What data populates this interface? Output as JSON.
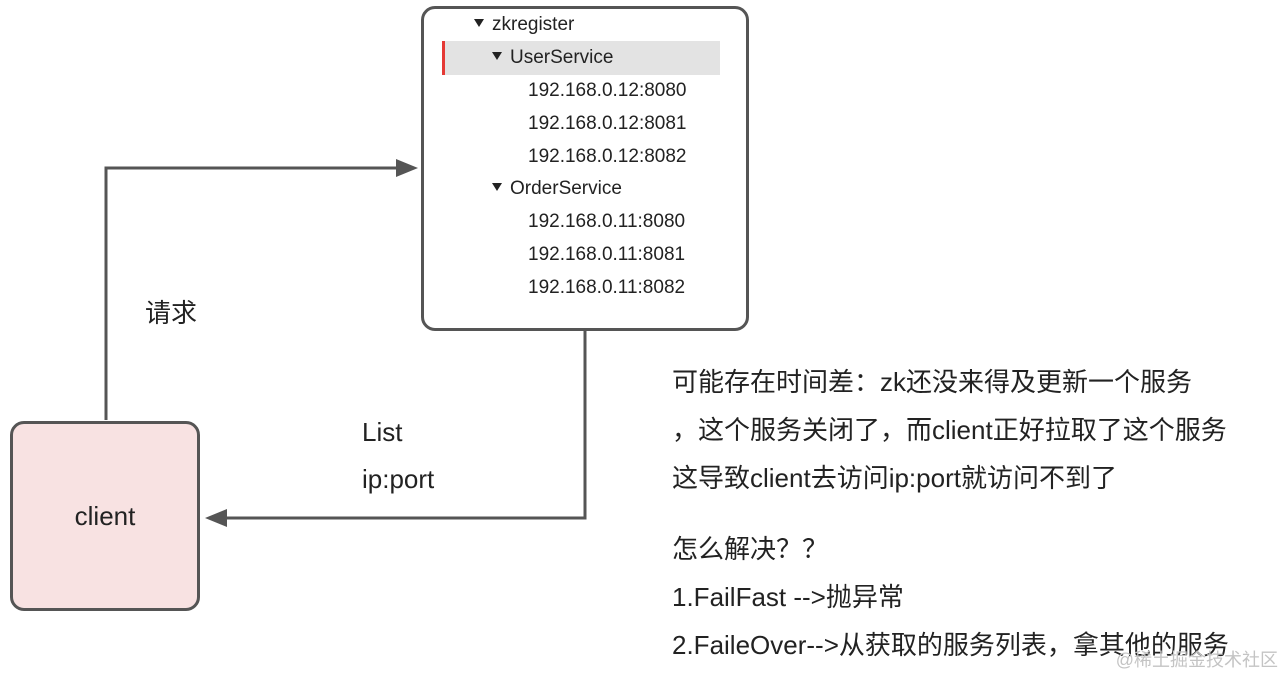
{
  "registry": {
    "root": "zkregister",
    "services": [
      {
        "name": "UserService",
        "selected": true,
        "instances": [
          "192.168.0.12:8080",
          "192.168.0.12:8081",
          "192.168.0.12:8082"
        ]
      },
      {
        "name": "OrderService",
        "selected": false,
        "instances": [
          "192.168.0.11:8080",
          "192.168.0.11:8081",
          "192.168.0.11:8082"
        ]
      }
    ]
  },
  "client": {
    "label": "client"
  },
  "labels": {
    "request": "请求",
    "response_line1": "List",
    "response_line2": "ip:port"
  },
  "note": {
    "lines": [
      "可能存在时间差：zk还没来得及更新一个服务",
      "，这个服务关闭了，而client正好拉取了这个服务",
      "这导致client去访问ip:port就访问不到了"
    ],
    "question": "怎么解决？？",
    "solutions": [
      "1.FailFast -->抛异常",
      "2.FaileOver-->从获取的服务列表，拿其他的服务"
    ]
  },
  "watermark": "@稀土掘金技术社区",
  "colors": {
    "border": "#555555",
    "client_fill": "#f8e2e2",
    "selection": "#e3e3e3",
    "selection_marker": "#e53935"
  }
}
